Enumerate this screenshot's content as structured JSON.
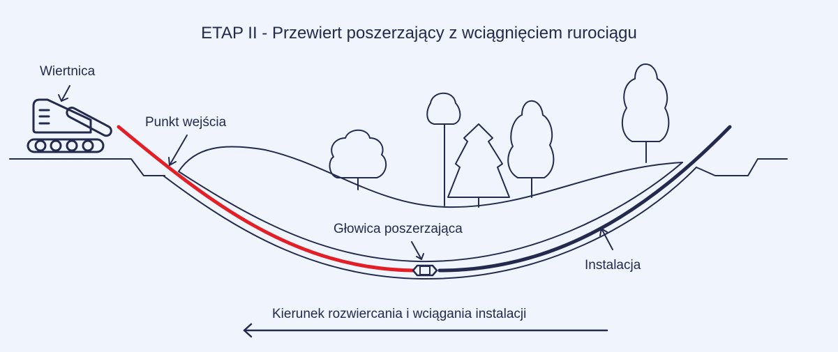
{
  "title": "ETAP II - Przewiert poszerzający z wciągnięciem rurociągu",
  "labels": {
    "rig": "Wiertnica",
    "entry_point": "Punkt wejścia",
    "reamer_head": "Głowica poszerzająca",
    "installation": "Instalacja",
    "direction": "Kierunek rozwiercania i wciągania instalacji"
  },
  "colors": {
    "background": "#f0f4fc",
    "line": "#232a4e",
    "drill_string": "#e31e24",
    "pipeline": "#232a4e"
  }
}
